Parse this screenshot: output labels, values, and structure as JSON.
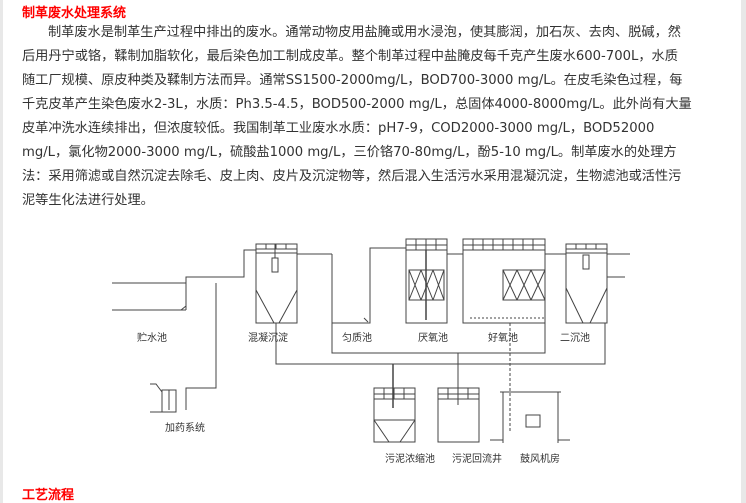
{
  "title": "制革废水处理系统",
  "paragraph_lines": [
    "制革废水是制革生产过程中排出的废水。通常动物皮用盐腌或用水浸泡，使其膨润，加石灰、去肉、脱碱，然",
    "后用丹宁或铬，鞣制加脂软化，最后染色加工制成皮革。整个制革过程中盐腌皮每千克产生废水600-700L，水质",
    "随工厂规模、原皮种类及鞣制方法而异。通常SS1500-2000mg/L，BOD700-3000 mg/L。在皮毛染色过程，每",
    "千克皮革产生染色废水2-3L，水质：Ph3.5-4.5，BOD500-2000 mg/L，总固体4000-8000mg/L。此外尚有大量",
    "皮革冲洗水连续排出，但浓度较低。我国制革工业废水水质：pH7-9，COD2000-3000 mg/L，BOD52000",
    "mg/L，氯化物2000-3000 mg/L，硫酸盐1000 mg/L，三价铬70-80mg/L，酚5-10 mg/L。制革废水的处理方",
    "法：采用筛滤或自然沉淀去除毛、皮上肉、皮片及沉淀物等，然后混入生活污水采用混凝沉淀，生物滤池或活性污",
    "泥等生化法进行处理。"
  ],
  "diagram": {
    "labels": {
      "storage": "贮水池",
      "coagulation": "混凝沉淀",
      "equalization": "匀质池",
      "anaerobic": "厌氧池",
      "aerobic": "好氧池",
      "secondary": "二沉池",
      "dosing": "加药系统",
      "thickener": "污泥浓缩池",
      "return_well": "污泥回流井",
      "blower": "鼓风机房"
    }
  },
  "section2_title": "工艺流程"
}
